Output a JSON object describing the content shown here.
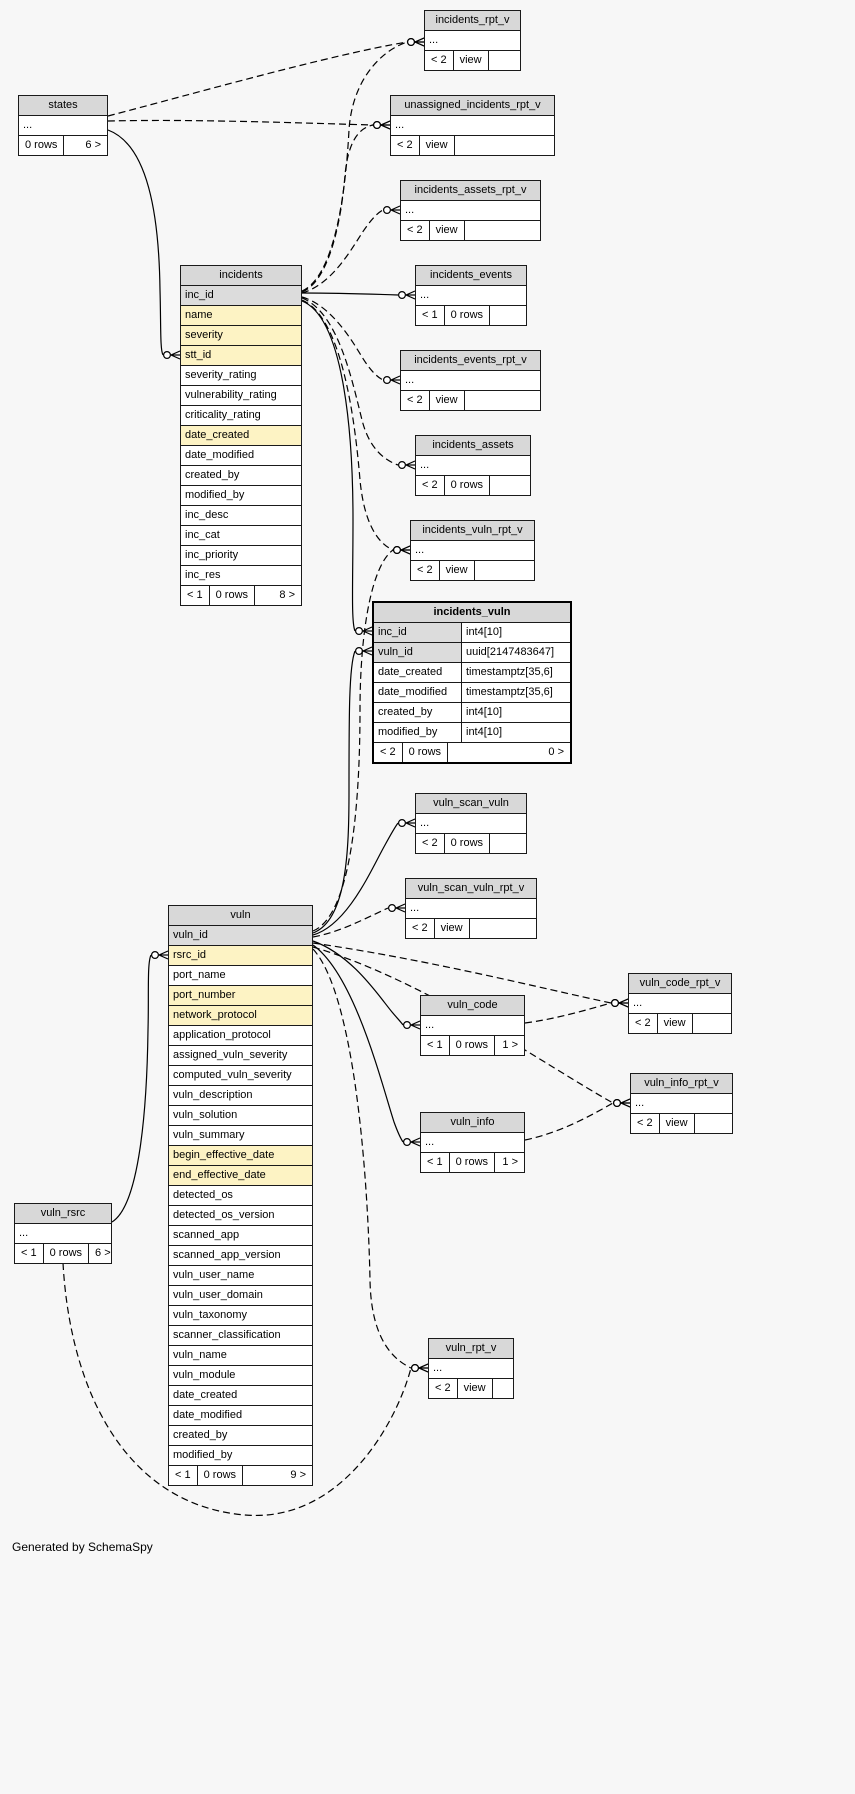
{
  "page": {
    "footer_note": "Generated by SchemaSpy"
  },
  "colors": {
    "page_bg": "#f7f7f7",
    "header_bg": "#d8d8d8",
    "pk_bg": "#dcdcdc",
    "fk_bg": "#fdf3c4",
    "highlight_border": "#000000",
    "line": "#000000"
  },
  "tables": [
    {
      "id": "states",
      "title": "states",
      "columns": [
        {
          "label": "...",
          "style": "plain"
        }
      ],
      "footer": [
        "0 rows",
        "6 >"
      ]
    },
    {
      "id": "incidents_rpt_v",
      "title": "incidents_rpt_v",
      "columns": [
        {
          "label": "...",
          "style": "plain"
        }
      ],
      "footer": [
        "< 2",
        "view",
        ""
      ]
    },
    {
      "id": "unassigned_incidents_rpt_v",
      "title": "unassigned_incidents_rpt_v",
      "columns": [
        {
          "label": "...",
          "style": "plain"
        }
      ],
      "footer": [
        "< 2",
        "view",
        ""
      ]
    },
    {
      "id": "incidents_assets_rpt_v",
      "title": "incidents_assets_rpt_v",
      "columns": [
        {
          "label": "...",
          "style": "plain"
        }
      ],
      "footer": [
        "< 2",
        "view",
        ""
      ]
    },
    {
      "id": "incidents",
      "title": "incidents",
      "columns": [
        {
          "label": "inc_id",
          "style": "pk"
        },
        {
          "label": "name",
          "style": "fk"
        },
        {
          "label": "severity",
          "style": "fk"
        },
        {
          "label": "stt_id",
          "style": "fk"
        },
        {
          "label": "severity_rating",
          "style": "plain"
        },
        {
          "label": "vulnerability_rating",
          "style": "plain"
        },
        {
          "label": "criticality_rating",
          "style": "plain"
        },
        {
          "label": "date_created",
          "style": "fk"
        },
        {
          "label": "date_modified",
          "style": "plain"
        },
        {
          "label": "created_by",
          "style": "plain"
        },
        {
          "label": "modified_by",
          "style": "plain"
        },
        {
          "label": "inc_desc",
          "style": "plain"
        },
        {
          "label": "inc_cat",
          "style": "plain"
        },
        {
          "label": "inc_priority",
          "style": "plain"
        },
        {
          "label": "inc_res",
          "style": "plain"
        }
      ],
      "footer": [
        "< 1",
        "0 rows",
        "8 >"
      ]
    },
    {
      "id": "incidents_events",
      "title": "incidents_events",
      "columns": [
        {
          "label": "...",
          "style": "plain"
        }
      ],
      "footer": [
        "< 1",
        "0 rows",
        ""
      ]
    },
    {
      "id": "incidents_events_rpt_v",
      "title": "incidents_events_rpt_v",
      "columns": [
        {
          "label": "...",
          "style": "plain"
        }
      ],
      "footer": [
        "< 2",
        "view",
        ""
      ]
    },
    {
      "id": "incidents_assets",
      "title": "incidents_assets",
      "columns": [
        {
          "label": "...",
          "style": "plain"
        }
      ],
      "footer": [
        "< 2",
        "0 rows",
        ""
      ]
    },
    {
      "id": "incidents_vuln_rpt_v",
      "title": "incidents_vuln_rpt_v",
      "columns": [
        {
          "label": "...",
          "style": "plain"
        }
      ],
      "footer": [
        "< 2",
        "view",
        ""
      ]
    },
    {
      "id": "incidents_vuln",
      "title": "incidents_vuln",
      "highlight": true,
      "columns": [
        {
          "label": "inc_id",
          "type": "int4[10]",
          "style": "pk"
        },
        {
          "label": "vuln_id",
          "type": "uuid[2147483647]",
          "style": "pk"
        },
        {
          "label": "date_created",
          "type": "timestamptz[35,6]",
          "style": "plain"
        },
        {
          "label": "date_modified",
          "type": "timestamptz[35,6]",
          "style": "plain"
        },
        {
          "label": "created_by",
          "type": "int4[10]",
          "style": "plain"
        },
        {
          "label": "modified_by",
          "type": "int4[10]",
          "style": "plain"
        }
      ],
      "footer": [
        "< 2",
        "0 rows",
        "0 >"
      ]
    },
    {
      "id": "vuln_scan_vuln",
      "title": "vuln_scan_vuln",
      "columns": [
        {
          "label": "...",
          "style": "plain"
        }
      ],
      "footer": [
        "< 2",
        "0 rows",
        ""
      ]
    },
    {
      "id": "vuln_scan_vuln_rpt_v",
      "title": "vuln_scan_vuln_rpt_v",
      "columns": [
        {
          "label": "...",
          "style": "plain"
        }
      ],
      "footer": [
        "< 2",
        "view",
        ""
      ]
    },
    {
      "id": "vuln",
      "title": "vuln",
      "columns": [
        {
          "label": "vuln_id",
          "style": "pk"
        },
        {
          "label": "rsrc_id",
          "style": "fk"
        },
        {
          "label": "port_name",
          "style": "plain"
        },
        {
          "label": "port_number",
          "style": "fk"
        },
        {
          "label": "network_protocol",
          "style": "fk"
        },
        {
          "label": "application_protocol",
          "style": "plain"
        },
        {
          "label": "assigned_vuln_severity",
          "style": "plain"
        },
        {
          "label": "computed_vuln_severity",
          "style": "plain"
        },
        {
          "label": "vuln_description",
          "style": "plain"
        },
        {
          "label": "vuln_solution",
          "style": "plain"
        },
        {
          "label": "vuln_summary",
          "style": "plain"
        },
        {
          "label": "begin_effective_date",
          "style": "fk"
        },
        {
          "label": "end_effective_date",
          "style": "fk"
        },
        {
          "label": "detected_os",
          "style": "plain"
        },
        {
          "label": "detected_os_version",
          "style": "plain"
        },
        {
          "label": "scanned_app",
          "style": "plain"
        },
        {
          "label": "scanned_app_version",
          "style": "plain"
        },
        {
          "label": "vuln_user_name",
          "style": "plain"
        },
        {
          "label": "vuln_user_domain",
          "style": "plain"
        },
        {
          "label": "vuln_taxonomy",
          "style": "plain"
        },
        {
          "label": "scanner_classification",
          "style": "plain"
        },
        {
          "label": "vuln_name",
          "style": "plain"
        },
        {
          "label": "vuln_module",
          "style": "plain"
        },
        {
          "label": "date_created",
          "style": "plain"
        },
        {
          "label": "date_modified",
          "style": "plain"
        },
        {
          "label": "created_by",
          "style": "plain"
        },
        {
          "label": "modified_by",
          "style": "plain"
        }
      ],
      "footer": [
        "< 1",
        "0 rows",
        "9 >"
      ]
    },
    {
      "id": "vuln_code",
      "title": "vuln_code",
      "columns": [
        {
          "label": "...",
          "style": "plain"
        }
      ],
      "footer": [
        "< 1",
        "0 rows",
        "1 >"
      ]
    },
    {
      "id": "vuln_code_rpt_v",
      "title": "vuln_code_rpt_v",
      "columns": [
        {
          "label": "...",
          "style": "plain"
        }
      ],
      "footer": [
        "< 2",
        "view",
        ""
      ]
    },
    {
      "id": "vuln_info",
      "title": "vuln_info",
      "columns": [
        {
          "label": "...",
          "style": "plain"
        }
      ],
      "footer": [
        "< 1",
        "0 rows",
        "1 >"
      ]
    },
    {
      "id": "vuln_info_rpt_v",
      "title": "vuln_info_rpt_v",
      "columns": [
        {
          "label": "...",
          "style": "plain"
        }
      ],
      "footer": [
        "< 2",
        "view",
        ""
      ]
    },
    {
      "id": "vuln_rsrc",
      "title": "vuln_rsrc",
      "columns": [
        {
          "label": "...",
          "style": "plain"
        }
      ],
      "footer": [
        "< 1",
        "0 rows",
        "6 >"
      ]
    },
    {
      "id": "vuln_rpt_v",
      "title": "vuln_rpt_v",
      "columns": [
        {
          "label": "...",
          "style": "plain"
        }
      ],
      "footer": [
        "< 2",
        "view",
        ""
      ]
    }
  ],
  "edges": [
    {
      "from": "states",
      "to": "incidents",
      "style": "solid"
    },
    {
      "from": "incidents",
      "to": "incidents_events",
      "style": "solid"
    },
    {
      "from": "incidents",
      "to": "incidents_vuln",
      "style": "solid"
    },
    {
      "from": "vuln",
      "to": "incidents_vuln",
      "style": "solid"
    },
    {
      "from": "vuln",
      "to": "vuln_scan_vuln",
      "style": "solid"
    },
    {
      "from": "vuln",
      "to": "vuln_code",
      "style": "solid"
    },
    {
      "from": "vuln",
      "to": "vuln_info",
      "style": "solid"
    },
    {
      "from": "vuln_rsrc",
      "to": "vuln",
      "style": "solid"
    },
    {
      "from": "states",
      "to": "incidents_rpt_v",
      "style": "dashed"
    },
    {
      "from": "states",
      "to": "unassigned_incidents_rpt_v",
      "style": "dashed"
    },
    {
      "from": "incidents",
      "to": "incidents_rpt_v",
      "style": "dashed"
    },
    {
      "from": "incidents",
      "to": "unassigned_incidents_rpt_v",
      "style": "dashed"
    },
    {
      "from": "incidents",
      "to": "incidents_assets_rpt_v",
      "style": "dashed"
    },
    {
      "from": "incidents",
      "to": "incidents_events_rpt_v",
      "style": "dashed"
    },
    {
      "from": "incidents",
      "to": "incidents_assets",
      "style": "dashed"
    },
    {
      "from": "incidents",
      "to": "incidents_vuln_rpt_v",
      "style": "dashed"
    },
    {
      "from": "vuln",
      "to": "incidents_vuln_rpt_v",
      "style": "dashed"
    },
    {
      "from": "vuln",
      "to": "vuln_scan_vuln_rpt_v",
      "style": "dashed"
    },
    {
      "from": "vuln",
      "to": "vuln_code_rpt_v",
      "style": "dashed"
    },
    {
      "from": "vuln_code",
      "to": "vuln_code_rpt_v",
      "style": "dashed"
    },
    {
      "from": "vuln",
      "to": "vuln_info_rpt_v",
      "style": "dashed"
    },
    {
      "from": "vuln_info",
      "to": "vuln_info_rpt_v",
      "style": "dashed"
    },
    {
      "from": "vuln",
      "to": "vuln_rpt_v",
      "style": "dashed"
    },
    {
      "from": "vuln_rsrc",
      "to": "vuln_rpt_v",
      "style": "dashed"
    }
  ]
}
